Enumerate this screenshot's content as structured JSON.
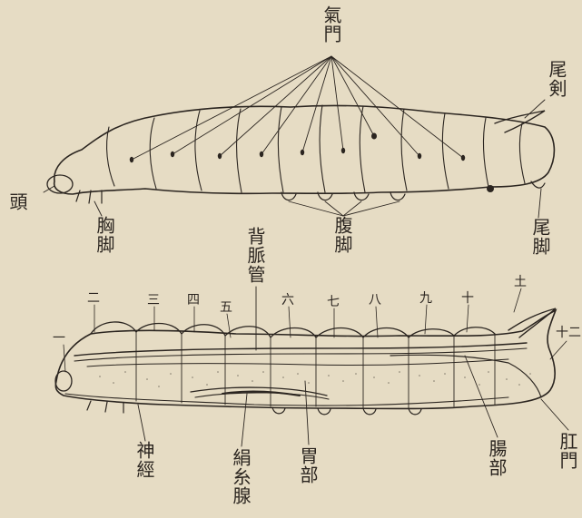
{
  "top_figure": {
    "labels": {
      "spiracles": "氣門",
      "caudal_horn": "尾剣",
      "head": "頭",
      "thoracic_legs": "胸脚",
      "abdominal_legs": "腹脚",
      "caudal_legs": "尾脚"
    }
  },
  "bottom_figure": {
    "segment_numbers": [
      "一",
      "二",
      "三",
      "四",
      "五",
      "六",
      "七",
      "八",
      "九",
      "十",
      "土",
      "十二"
    ],
    "labels": {
      "dorsal_vessel": "背脈管",
      "nerve": "神經",
      "silk_gland": "絹糸腺",
      "stomach": "胃部",
      "intestine": "腸部",
      "anus": "肛門"
    }
  },
  "colors": {
    "paper": "#e6dcc4",
    "ink": "#2b2520"
  }
}
